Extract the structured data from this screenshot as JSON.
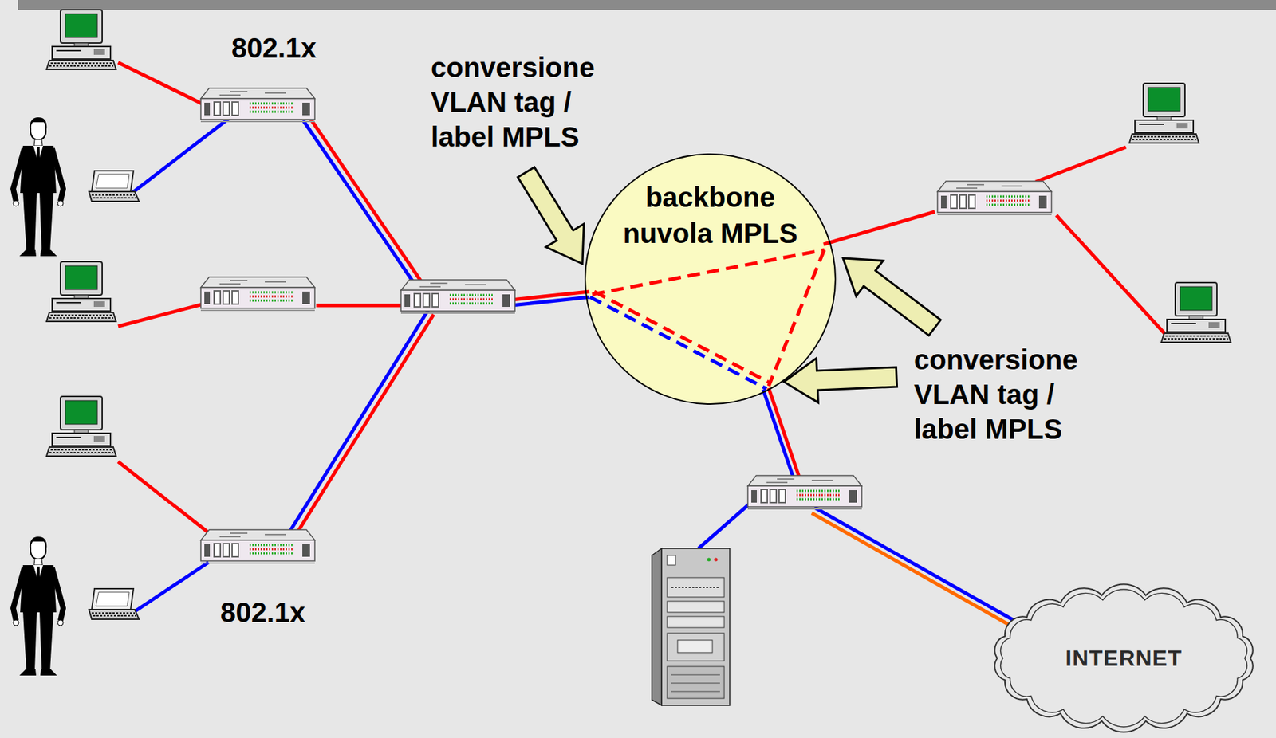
{
  "diagram": {
    "nodes": [
      {
        "text": [
          "backbone nuvola MPLS"
        ]
      },
      {
        "text": [
          "INTERNET"
        ]
      }
    ],
    "labels": [
      "802.1x",
      "conversione VLAN tag / label MPLS",
      "conversione VLAN tag / label MPLS",
      "802.1x"
    ]
  }
}
